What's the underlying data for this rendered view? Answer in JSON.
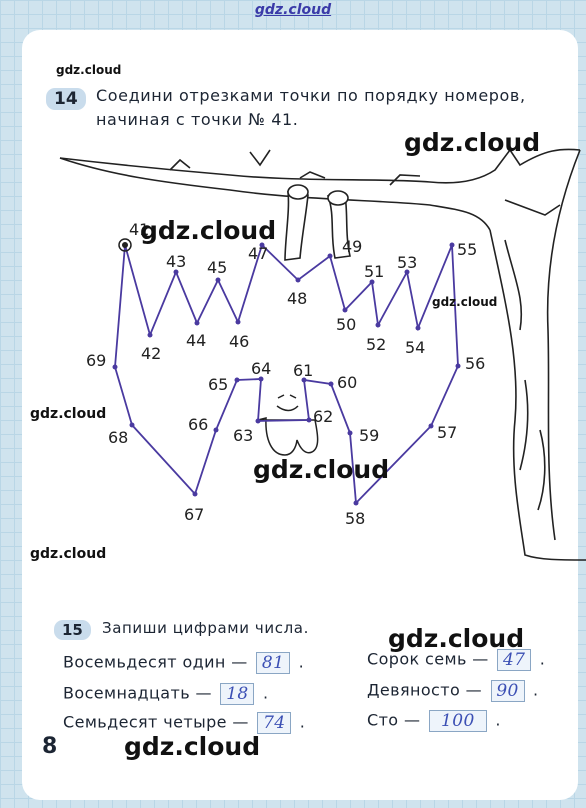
{
  "watermark": "gdz.cloud",
  "task14": {
    "number": "14",
    "line1": "Соедини отрезками точки по порядку номеров,",
    "line2": "начиная с точки № 41."
  },
  "dots": {
    "labels": [
      "41",
      "42",
      "43",
      "44",
      "45",
      "46",
      "47",
      "48",
      "49",
      "50",
      "51",
      "52",
      "53",
      "54",
      "55",
      "56",
      "57",
      "58",
      "59",
      "60",
      "61",
      "62",
      "63",
      "64",
      "65",
      "66",
      "67",
      "68",
      "69"
    ],
    "start": "41"
  },
  "task15": {
    "number": "15",
    "prompt": "Запиши цифрами числа.",
    "items": [
      {
        "text": "Восемьдесят один —",
        "answer": "81"
      },
      {
        "text": "Восемнадцать —",
        "answer": "18"
      },
      {
        "text": "Семьдесят четыре —",
        "answer": "74"
      },
      {
        "text": "Сорок семь —",
        "answer": "47"
      },
      {
        "text": "Девяносто —",
        "answer": "90"
      },
      {
        "text": "Сто —",
        "answer": "100"
      }
    ],
    "dot": "."
  },
  "page_number": "8",
  "colors": {
    "line": "#4a3aa0",
    "accent": "#c9dcec",
    "answer": "#3b4fb4"
  }
}
